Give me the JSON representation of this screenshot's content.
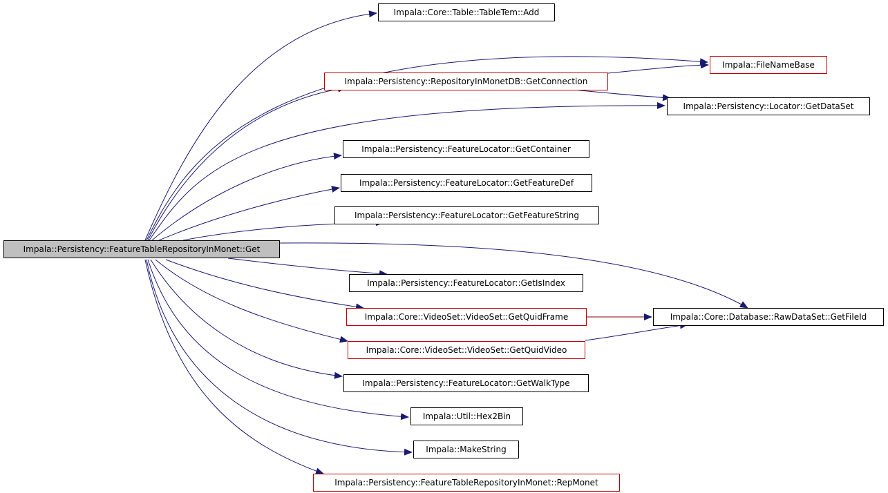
{
  "colors": {
    "edge": "#191970",
    "edge_link": "#8b0000",
    "border_plain": "#000000",
    "border_linked": "#c00000",
    "root_fill": "#bfbfbf"
  },
  "root": {
    "label": "Impala::Persistency::FeatureTableRepositoryInMonet::Get"
  },
  "nodes": [
    {
      "id": "add",
      "label": "Impala::Core::Table::TableTem::Add",
      "linked": false
    },
    {
      "id": "filenamebase",
      "label": "Impala::FileNameBase",
      "linked": true
    },
    {
      "id": "getconnection",
      "label": "Impala::Persistency::RepositoryInMonetDB::GetConnection",
      "linked": true
    },
    {
      "id": "getdataset",
      "label": "Impala::Persistency::Locator::GetDataSet",
      "linked": false
    },
    {
      "id": "getcontainer",
      "label": "Impala::Persistency::FeatureLocator::GetContainer",
      "linked": false
    },
    {
      "id": "getfeaturedef",
      "label": "Impala::Persistency::FeatureLocator::GetFeatureDef",
      "linked": false
    },
    {
      "id": "getfeaturestring",
      "label": "Impala::Persistency::FeatureLocator::GetFeatureString",
      "linked": false
    },
    {
      "id": "getisindex",
      "label": "Impala::Persistency::FeatureLocator::GetIsIndex",
      "linked": false
    },
    {
      "id": "getquidframe",
      "label": "Impala::Core::VideoSet::VideoSet::GetQuidFrame",
      "linked": true
    },
    {
      "id": "getfileid",
      "label": "Impala::Core::Database::RawDataSet::GetFileId",
      "linked": false
    },
    {
      "id": "getquidvideo",
      "label": "Impala::Core::VideoSet::VideoSet::GetQuidVideo",
      "linked": true
    },
    {
      "id": "getwalktype",
      "label": "Impala::Persistency::FeatureLocator::GetWalkType",
      "linked": false
    },
    {
      "id": "hex2bin",
      "label": "Impala::Util::Hex2Bin",
      "linked": false
    },
    {
      "id": "makestring",
      "label": "Impala::MakeString",
      "linked": false
    },
    {
      "id": "repmonet",
      "label": "Impala::Persistency::FeatureTableRepositoryInMonet::RepMonet",
      "linked": true
    }
  ],
  "edges": [
    {
      "from": "root",
      "to": "add"
    },
    {
      "from": "root",
      "to": "filenamebase"
    },
    {
      "from": "root",
      "to": "getconnection"
    },
    {
      "from": "root",
      "to": "getdataset"
    },
    {
      "from": "root",
      "to": "getcontainer"
    },
    {
      "from": "root",
      "to": "getfeaturedef"
    },
    {
      "from": "root",
      "to": "getfeaturestring"
    },
    {
      "from": "root",
      "to": "getfileid"
    },
    {
      "from": "root",
      "to": "getisindex"
    },
    {
      "from": "root",
      "to": "getquidframe"
    },
    {
      "from": "root",
      "to": "getquidvideo"
    },
    {
      "from": "root",
      "to": "getwalktype"
    },
    {
      "from": "root",
      "to": "hex2bin"
    },
    {
      "from": "root",
      "to": "makestring"
    },
    {
      "from": "root",
      "to": "repmonet"
    },
    {
      "from": "getconnection",
      "to": "filenamebase"
    },
    {
      "from": "getconnection",
      "to": "getdataset"
    },
    {
      "from": "getquidframe",
      "to": "getfileid"
    },
    {
      "from": "getquidvideo",
      "to": "getfileid"
    }
  ]
}
